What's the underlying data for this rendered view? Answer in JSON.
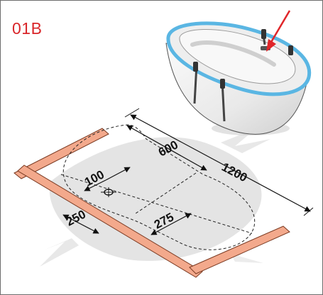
{
  "figure_code": "01B",
  "dimensions": {
    "d600": "600",
    "d1200": "1200",
    "d100": "100",
    "d250": "250",
    "d275": "275"
  },
  "colors": {
    "code_text": "#d9262a",
    "arrow": "#e0262a",
    "batten": "#f3a98c",
    "tub_rim": "#5ab6e3"
  },
  "icons": {
    "drain": "drain-symbol",
    "pointer": "red-arrow"
  }
}
